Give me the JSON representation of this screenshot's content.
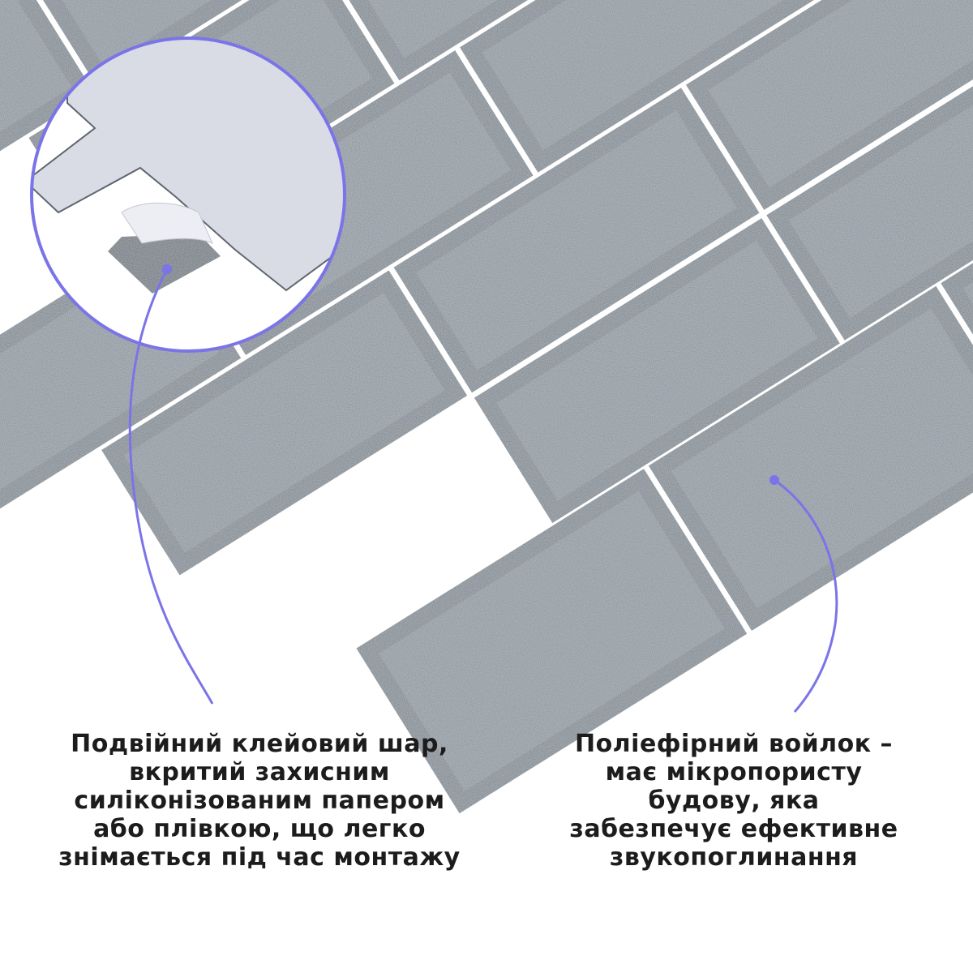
{
  "colors": {
    "accent": "#7b74e8",
    "felt": "#7f8891",
    "felt_face": "#8c959e",
    "paper": "#d9dbe5",
    "background": "#ffffff"
  },
  "callouts": {
    "adhesive": {
      "lines": [
        "Подвійний клейовий шар,",
        "вкритий захисним",
        "силіконізованим папером",
        "або плівкою, що легко",
        "знімається під час монтажу"
      ]
    },
    "felt": {
      "lines": [
        "Поліефірний войлок –",
        "має мікропористу",
        "будову, яка",
        "забезпечує ефективне",
        "звукопоглинання"
      ]
    }
  }
}
